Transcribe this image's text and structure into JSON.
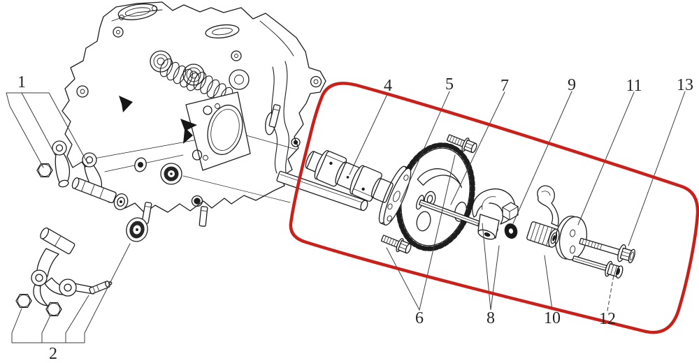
{
  "diagram": {
    "description": "exploded parts diagram of cylinder head and camshaft assembly",
    "background": "#ffffff",
    "line_color": "#1d1d1d",
    "leader_color": "#3c3c3c",
    "highlight": {
      "shape": "rounded-rectangle",
      "color": "#cb1f1a"
    },
    "labels": [
      {
        "id": "part-1",
        "text": "1"
      },
      {
        "id": "part-2",
        "text": "2"
      },
      {
        "id": "part-4",
        "text": "4"
      },
      {
        "id": "part-5",
        "text": "5"
      },
      {
        "id": "part-6",
        "text": "6"
      },
      {
        "id": "part-7",
        "text": "7"
      },
      {
        "id": "part-8",
        "text": "8"
      },
      {
        "id": "part-9",
        "text": "9"
      },
      {
        "id": "part-10",
        "text": "10"
      },
      {
        "id": "part-11",
        "text": "11"
      },
      {
        "id": "part-12",
        "text": "12"
      },
      {
        "id": "part-13",
        "text": "13"
      }
    ]
  }
}
